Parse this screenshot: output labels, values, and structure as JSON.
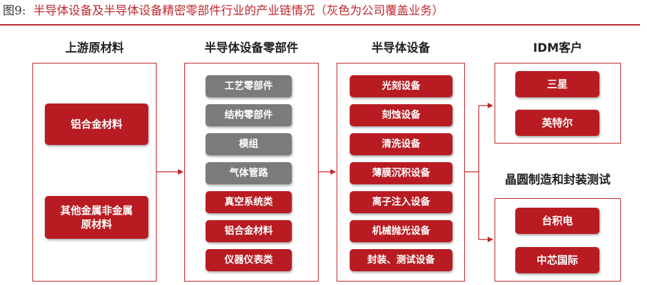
{
  "figure": {
    "label": "图9:",
    "title": "半导体设备及半导体设备精密零部件行业的产业链情况（灰色为公司覆盖业务）"
  },
  "colors": {
    "accent_red": "#b81c22",
    "covered_grey": "#7b7b7b",
    "line_red": "#c0262b"
  },
  "columns": {
    "raw_materials": {
      "heading": "上游原材料",
      "items": [
        {
          "label": "铝合金材料",
          "covered": false
        },
        {
          "label_line1": "其他金属非金属",
          "label_line2": "原材料",
          "covered": false
        }
      ]
    },
    "components": {
      "heading": "半导体设备零部件",
      "items": [
        {
          "label": "工艺零部件",
          "covered": true
        },
        {
          "label": "结构零部件",
          "covered": true
        },
        {
          "label": "模组",
          "covered": true
        },
        {
          "label": "气体管路",
          "covered": true
        },
        {
          "label": "真空系统类",
          "covered": false
        },
        {
          "label": "铝合金材料",
          "covered": false
        },
        {
          "label": "仪器仪表类",
          "covered": false
        }
      ]
    },
    "equipment": {
      "heading": "半导体设备",
      "items": [
        {
          "label": "光刻设备"
        },
        {
          "label": "刻蚀设备"
        },
        {
          "label": "清洗设备"
        },
        {
          "label": "薄膜沉积设备"
        },
        {
          "label": "离子注入设备"
        },
        {
          "label": "机械抛光设备"
        },
        {
          "label": "封装、测试设备"
        }
      ]
    },
    "idm": {
      "heading": "IDM客户",
      "items": [
        {
          "label": "三星"
        },
        {
          "label": "英特尔"
        }
      ]
    },
    "foundry": {
      "heading": "晶圆制造和封装测试",
      "items": [
        {
          "label": "台积电"
        },
        {
          "label": "中芯国际"
        }
      ]
    }
  }
}
